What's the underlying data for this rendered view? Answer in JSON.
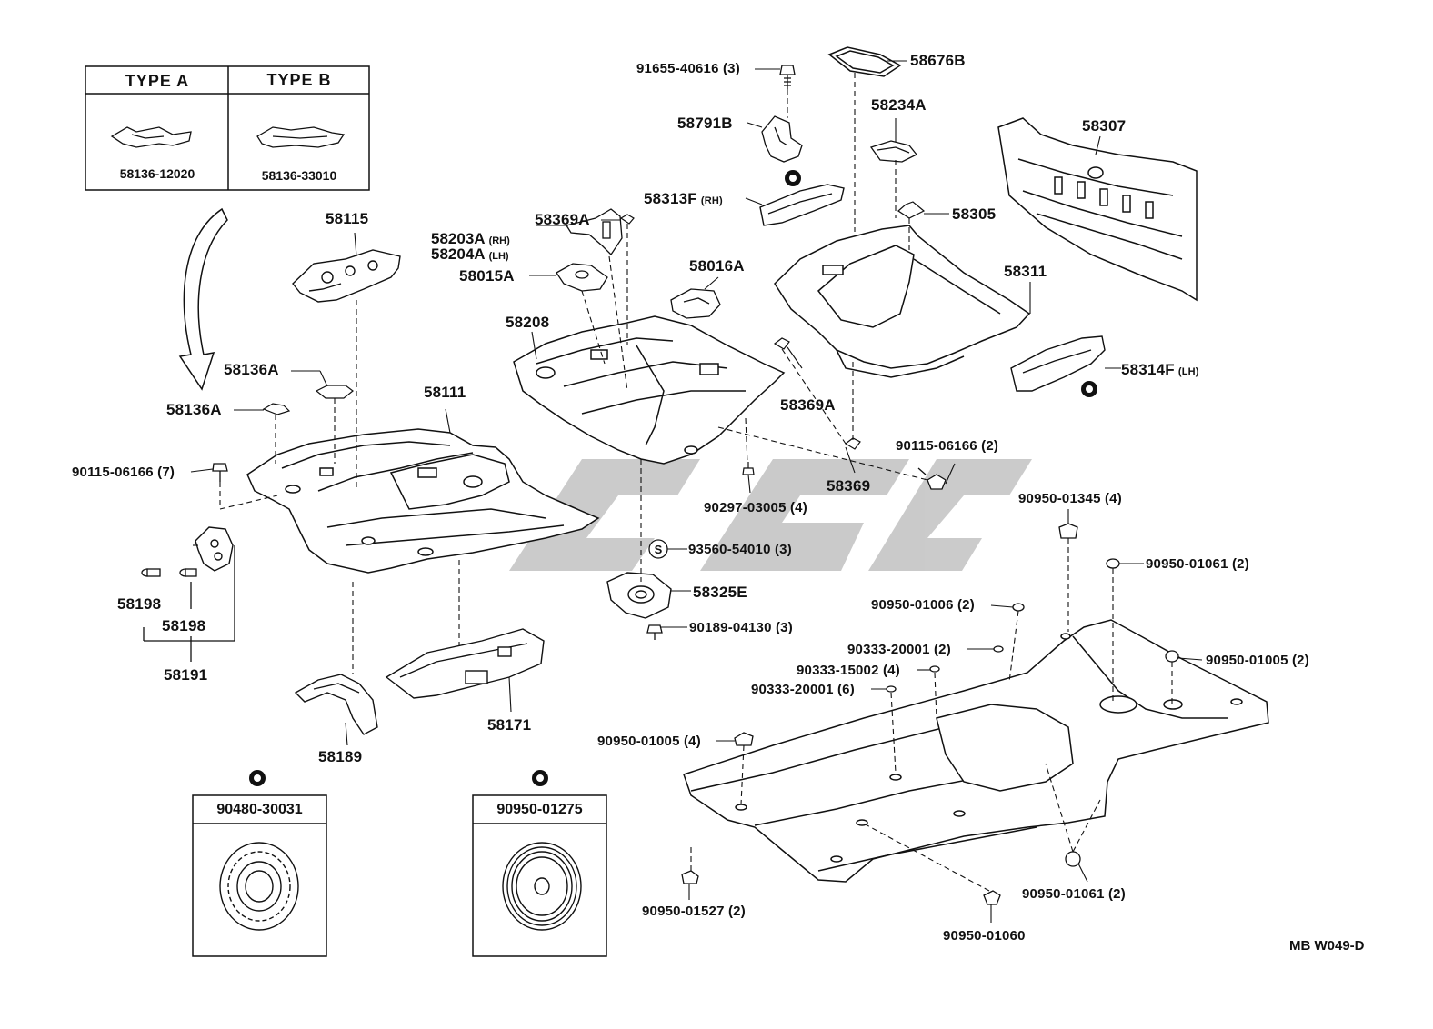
{
  "type_table": {
    "type_a_label": "TYPE  A",
    "type_b_label": "TYPE  B",
    "type_a_part": "58136-12020",
    "type_b_part": "58136-33010"
  },
  "labels": {
    "p91655": "91655-40616 (3)",
    "p58676B": "58676B",
    "p58791B": "58791B",
    "p58234A": "58234A",
    "p58307": "58307",
    "p58313F": "58313F",
    "p58313F_side": "(RH)",
    "p58305": "58305",
    "p58369A_top": "58369A",
    "p58203A": "58203A",
    "p58203A_side": "(RH)",
    "p58204A": "58204A",
    "p58204A_side": "(LH)",
    "p58015A": "58015A",
    "p58016A": "58016A",
    "p58115": "58115",
    "p58311": "58311",
    "p58208": "58208",
    "p58314F": "58314F",
    "p58314F_side": "(LH)",
    "p58136A_a": "58136A",
    "p58136A_b": "58136A",
    "p58111": "58111",
    "p58369A_mid": "58369A",
    "p90115_2": "90115-06166 (2)",
    "p90115_7": "90115-06166 (7)",
    "p58369": "58369",
    "p90297": "90297-03005 (4)",
    "p90950_01345": "90950-01345 (4)",
    "p93560": "93560-54010 (3)",
    "p90950_01061a": "90950-01061 (2)",
    "p58325E": "58325E",
    "p90189": "90189-04130 (3)",
    "p90950_01006": "90950-01006 (2)",
    "p58198_a": "58198",
    "p58198_b": "58198",
    "p58191": "58191",
    "p90333_20001a": "90333-20001 (2)",
    "p90950_01005a": "90950-01005 (2)",
    "p90333_15002": "90333-15002 (4)",
    "p90333_20001b": "90333-20001 (6)",
    "p58171": "58171",
    "p90950_01005b": "90950-01005 (4)",
    "p58189": "58189",
    "p90950_01061b": "90950-01061 (2)",
    "p90950_01527": "90950-01527 (2)",
    "p90950_01060": "90950-01060",
    "s_symbol": "S"
  },
  "boxes": {
    "plug_left": "90480-30031",
    "plug_right": "90950-01275"
  },
  "reference_code": "MB  W049-D",
  "colors": {
    "ink": "#111111",
    "watermark": "#c8c8c8",
    "background": "#ffffff"
  }
}
